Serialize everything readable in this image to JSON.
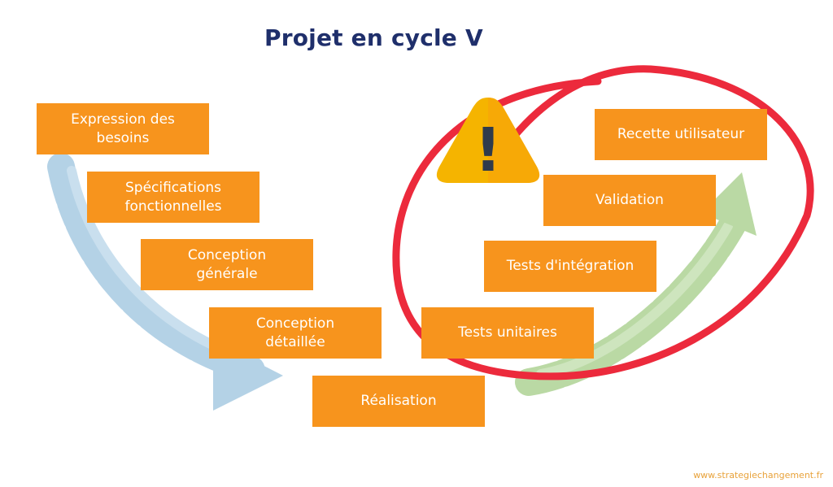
{
  "title": "Projet en cycle V",
  "steps_descending": [
    "Expression des\nbesoins",
    "Spécifications\nfonctionnelles",
    "Conception\ngénérale",
    "Conception\ndétaillée"
  ],
  "step_bottom": "Réalisation",
  "steps_ascending": [
    "Tests unitaires",
    "Tests d'intégration",
    "Validation",
    "Recette utilisateur"
  ],
  "warning_glyph": "!",
  "credit": "www.strategiechangement.fr",
  "colors": {
    "title": "#1f2f6b",
    "box": "#f7941d",
    "descending_arrow": "#9cc3de",
    "ascending_arrow": "#a9d08e",
    "circle": "#ec2a3c",
    "warning": "#f5b400"
  }
}
